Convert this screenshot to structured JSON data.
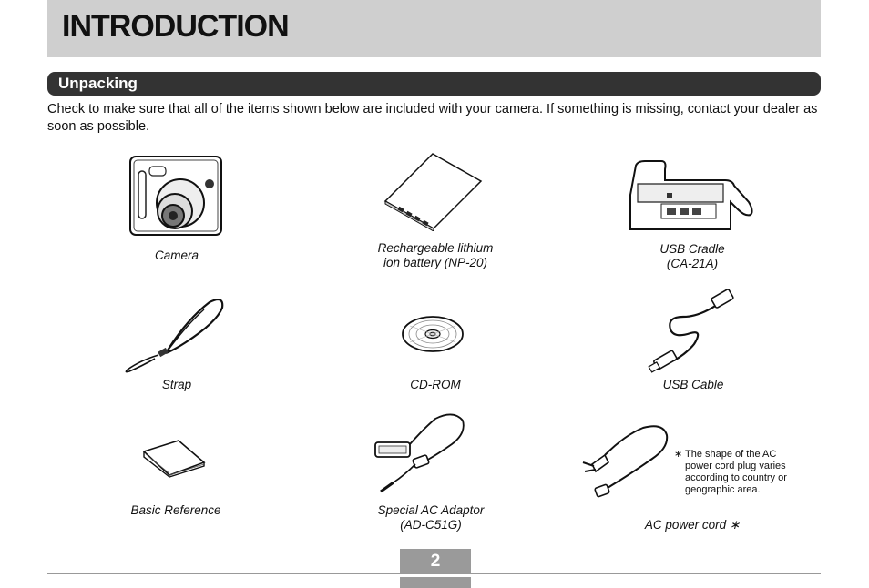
{
  "header": {
    "title": "INTRODUCTION"
  },
  "section": {
    "title": "Unpacking"
  },
  "intro_text": "Check to make sure that all of the items shown below are included with your camera. If something is missing, contact your dealer as soon as possible.",
  "items": [
    {
      "lines": [
        "Camera"
      ],
      "icon": "camera-icon"
    },
    {
      "lines": [
        "Rechargeable lithium",
        "ion battery (NP-20)"
      ],
      "icon": "battery-icon"
    },
    {
      "lines": [
        "USB Cradle",
        "(CA-21A)"
      ],
      "icon": "usb-cradle-icon"
    },
    {
      "lines": [
        "Strap"
      ],
      "icon": "strap-icon"
    },
    {
      "lines": [
        "CD-ROM"
      ],
      "icon": "cd-rom-icon"
    },
    {
      "lines": [
        "USB Cable"
      ],
      "icon": "usb-cable-icon"
    },
    {
      "lines": [
        "Basic Reference"
      ],
      "icon": "booklet-icon"
    },
    {
      "lines": [
        "Special AC Adaptor",
        "(AD-C51G)"
      ],
      "icon": "ac-adaptor-icon"
    },
    {
      "lines": [
        "AC power cord ∗"
      ],
      "icon": "ac-power-cord-icon"
    }
  ],
  "note": {
    "star": "∗",
    "text": "The shape of the AC power cord plug varies according to country or geographic area."
  },
  "page_number": "2"
}
